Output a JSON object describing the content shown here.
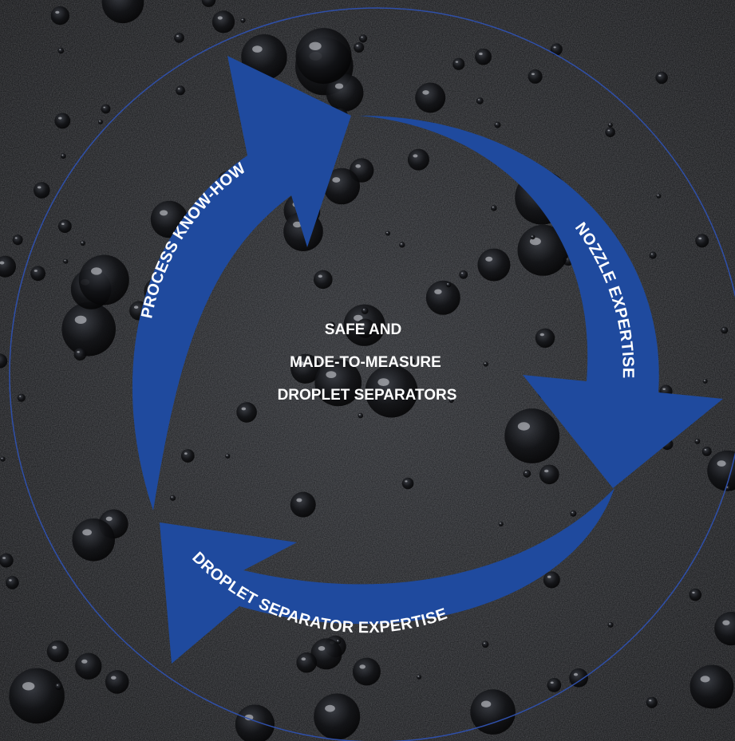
{
  "center": {
    "line1": "SAFE AND",
    "line2": "MADE-TO-MEASURE",
    "line3": "DROPLET SEPARATORS"
  },
  "cycle": [
    {
      "label": "PROCESS KNOW-HOW"
    },
    {
      "label": "NOZZLE EXPERTISE"
    },
    {
      "label": "DROPLET SEPARATOR EXPERTISE"
    }
  ],
  "colors": {
    "arrow": "#1f4a9e",
    "ring": "#2f4fa8",
    "text": "#ffffff",
    "background": "#151618"
  }
}
